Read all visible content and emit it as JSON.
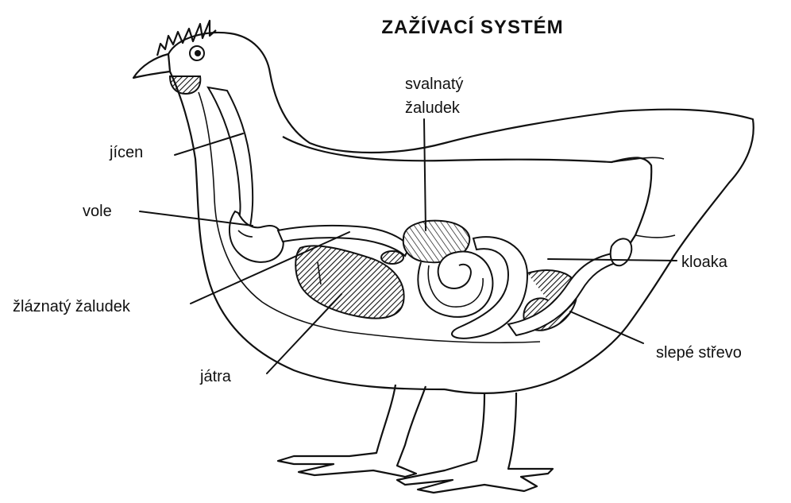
{
  "diagram": {
    "title": "ZAŽÍVACÍ SYSTÉM",
    "labels": {
      "svalnaty_line1": "svalnatý",
      "svalnaty_line2": "žaludek",
      "jicen": "jícen",
      "vole": "vole",
      "zlaznaty": "žláznatý žaludek",
      "jatra": "játra",
      "kloaka": "kloaka",
      "slepe": "slepé střevo"
    }
  }
}
